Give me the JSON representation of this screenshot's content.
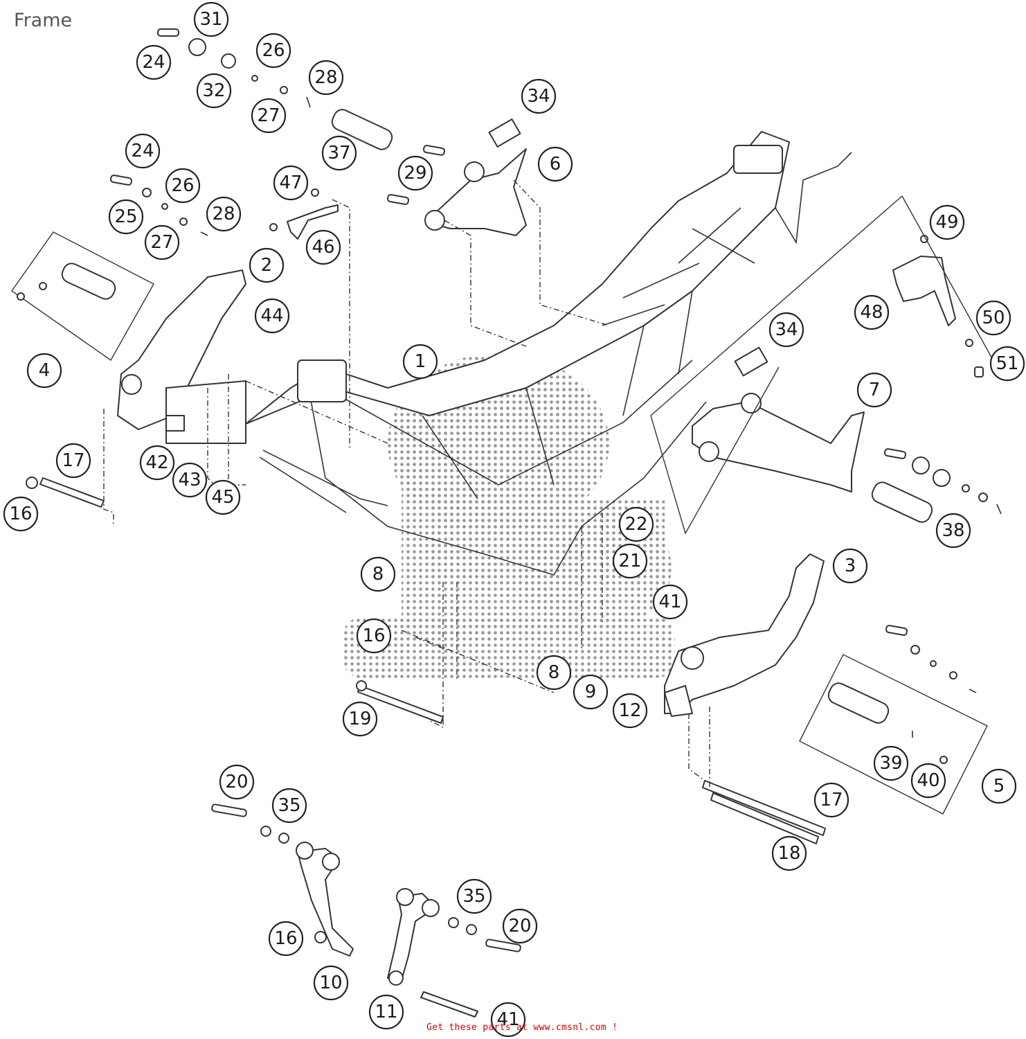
{
  "title": "Frame",
  "footer": "Get these parts at www.cmsnl.com !",
  "callouts": [
    "31",
    "24",
    "26",
    "32",
    "28",
    "27",
    "34",
    "37",
    "6",
    "29",
    "24",
    "26",
    "47",
    "25",
    "28",
    "27",
    "46",
    "49",
    "2",
    "4",
    "44",
    "1",
    "48",
    "50",
    "51",
    "34",
    "7",
    "17",
    "42",
    "43",
    "45",
    "16",
    "38",
    "22",
    "8",
    "21",
    "3",
    "41",
    "16",
    "8",
    "9",
    "12",
    "19",
    "39",
    "40",
    "5",
    "17",
    "20",
    "35",
    "18",
    "35",
    "20",
    "16",
    "10",
    "11",
    "41"
  ]
}
